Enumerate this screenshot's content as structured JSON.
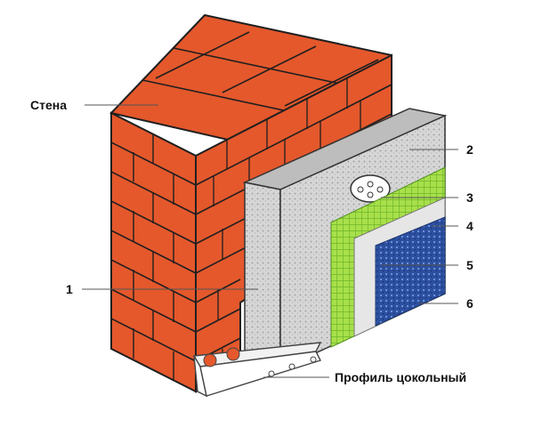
{
  "colors": {
    "brick": "#e4582c",
    "brick_dark": "#b83e1a",
    "mortar": "#1f1f1f",
    "insulation": "#d3d3d3",
    "insulation_dark": "#a9a9a9",
    "mesh": "#a8e04a",
    "mesh_line": "#6fb52a",
    "primer": "#e6e6e6",
    "plaster_blue": "#2c4fa0",
    "leader": "#555555"
  },
  "labels": {
    "wall": "Стена",
    "n1": "1",
    "n2": "2",
    "n3": "3",
    "n4": "4",
    "n5": "5",
    "n6": "6",
    "base_profile": "Профиль цокольный"
  }
}
